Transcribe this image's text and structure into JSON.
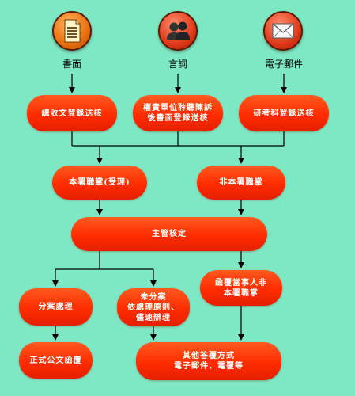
{
  "sources": {
    "paper_label": "書面",
    "speech_label": "言詞",
    "email_label": "電子郵件"
  },
  "icons": {
    "paper": "document-icon",
    "speech": "people-icon",
    "email": "envelope-icon"
  },
  "nodes": {
    "general_receipt": "總收文登錄送核",
    "report_unit": "權責單位聆聽陳訴\n後書面登錄送核",
    "research": "研考科登錄送核",
    "in_scope": "本署職掌(受理)",
    "out_scope": "非本署職掌",
    "supervisor": "主管核定",
    "assign": "分案處理",
    "not_assigned": "未分案\n依處理原則、\n儘速辦理",
    "notify_out_scope": "函覆當事人非\n本署職掌",
    "official_reply": "正式公文函覆",
    "other_reply": "其他答覆方式\n電子郵件、電覆等"
  },
  "colors": {
    "background": "#7ee7c3",
    "node": "#ff2c00",
    "line": "#000000"
  }
}
